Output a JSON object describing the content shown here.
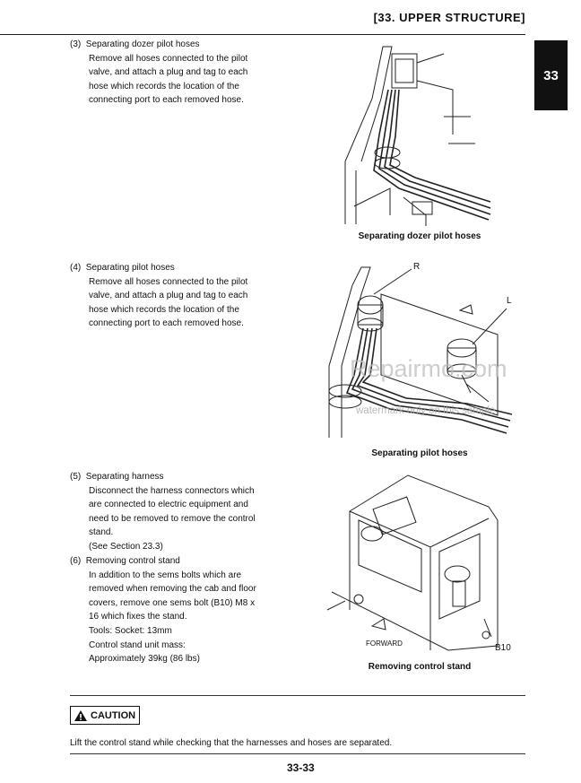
{
  "header": {
    "title": "[33.  UPPER STRUCTURE]",
    "chapter_tab": "33"
  },
  "steps": [
    {
      "num": "(3)",
      "title": "Separating dozer pilot hoses",
      "lines": [
        "Remove all hoses connected to the pilot",
        "valve, and attach a plug and tag to each",
        "hose which records the location of the",
        "connecting port to each removed hose."
      ]
    },
    {
      "num": "(4)",
      "title": "Separating pilot hoses",
      "lines": [
        "Remove all hoses connected to the pilot",
        "valve, and attach a plug and tag to each",
        "hose which records the location of the",
        "connecting port to each removed hose."
      ]
    },
    {
      "num": "(5)",
      "title": "Separating harness",
      "lines": [
        "Disconnect the harness connectors which",
        "are connected to electric equipment and",
        "need to be removed to remove the control",
        "stand.",
        "(See Section 23.3)"
      ]
    },
    {
      "num": "(6)",
      "title": "Removing control stand",
      "lines": [
        "In addition to the sems bolts which are",
        "removed when removing the cab and floor",
        "covers, remove one sems bolt (B10) M8 x",
        "16 which fixes the stand.",
        "Tools: Socket: 13mm",
        "Control stand unit mass:",
        "Approximately 39kg (86 lbs)"
      ]
    }
  ],
  "figures": [
    {
      "caption": "Separating dozer pilot hoses"
    },
    {
      "caption": "Separating pilot hoses",
      "label_r": "R",
      "label_l": "L"
    },
    {
      "caption": "Removing control stand",
      "label_forward": "FORWARD",
      "label_b10": "B10"
    }
  ],
  "watermark": {
    "main": "Repairmo.com",
    "sub": "watermark only on this sample"
  },
  "caution": {
    "label": "CAUTION",
    "text": "Lift the control stand while checking that the harnesses and hoses are separated."
  },
  "footer": {
    "page_number": "33-33"
  }
}
